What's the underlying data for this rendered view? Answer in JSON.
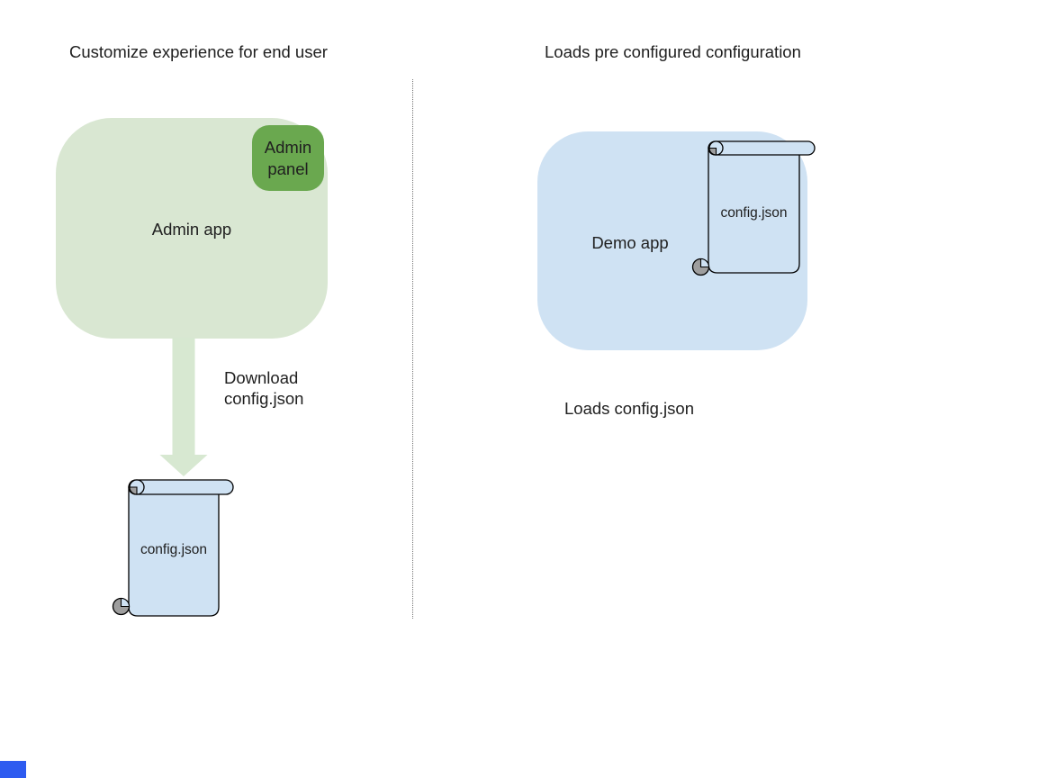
{
  "colors": {
    "app_green": "#d9e7d2",
    "panel_green": "#6aa84f",
    "arrow_green": "#d7e8d1",
    "doc_blue": "#cfe2f3",
    "curl_gray": "#9e9e9e",
    "outline": "#000000",
    "corner_blue": "#2d5bf0"
  },
  "left": {
    "title": "Customize experience for end user",
    "app_label": "Admin app",
    "panel_label": "Admin panel",
    "arrow_label_line1": "Download",
    "arrow_label_line2": "config.json",
    "file_label": "config.json"
  },
  "right": {
    "title": "Loads pre configured configuration",
    "app_label": "Demo app",
    "file_label": "config.json",
    "caption": "Loads config.json"
  }
}
